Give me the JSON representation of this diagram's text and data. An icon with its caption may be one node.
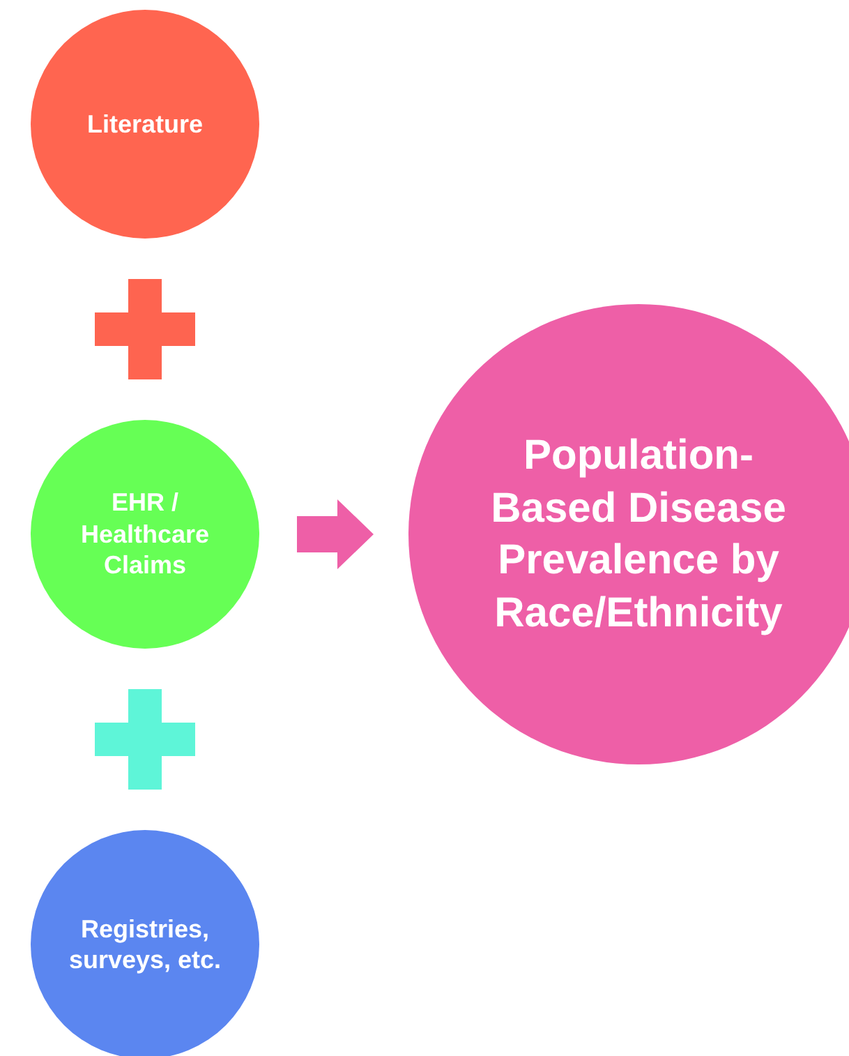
{
  "diagram": {
    "nodes": [
      {
        "text": [
          "Literature"
        ]
      },
      {
        "text": [
          "EHR / Healthcare Claims"
        ]
      },
      {
        "text": [
          "Registries, surveys, etc."
        ]
      },
      {
        "text": [
          "Population-Based Disease Prevalence by Race/Ethnicity"
        ]
      }
    ],
    "edges": [
      {
        "from": 1,
        "to": 3,
        "arrow": "to"
      }
    ]
  }
}
